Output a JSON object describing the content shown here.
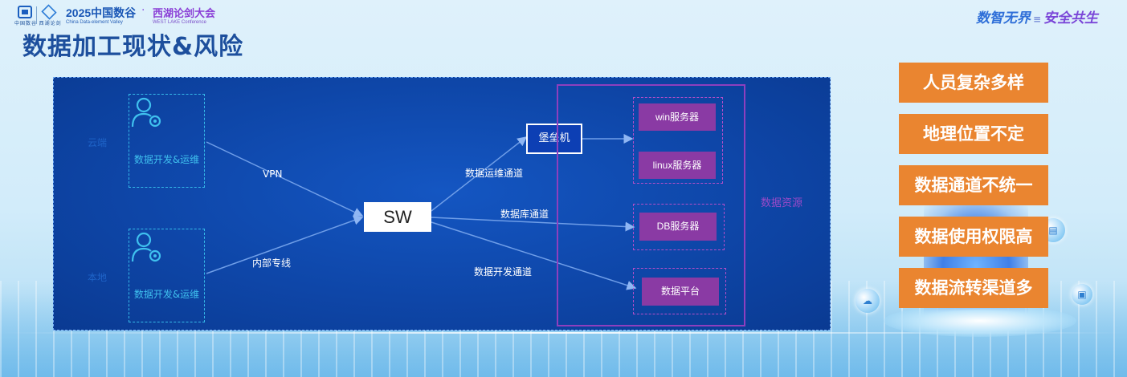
{
  "header": {
    "logo_text": "中国数谷 西湖论剑",
    "conference_year_title": "2025中国数谷",
    "conference_dot": "·",
    "conference_west": "西湖论剑大会",
    "conference_en_left": "China Data-element Valley",
    "conference_en_right": "WEST LAKE Conference",
    "page_title": "数据加工现状&风险",
    "slogan_a": "数智无界",
    "slogan_sep": "≡",
    "slogan_b": "安全共生"
  },
  "diagram": {
    "user_label_top": "数据开发&运维",
    "user_label_bottom": "数据开发&运维",
    "switch_label": "SW",
    "bastion_label": "堡垒机",
    "edge_vpn": "VPN",
    "edge_private_line": "内部专线",
    "edge_ops_channel": "数据运维通道",
    "edge_db_channel": "数据库通道",
    "edge_dev_channel": "数据开发通道",
    "resource_title": "数据资源",
    "servers": {
      "win": "win服务器",
      "linux": "linux服务器",
      "db": "DB服务器",
      "platform": "数据平台"
    }
  },
  "risks": [
    "人员复杂多样",
    "地理位置不定",
    "数据通道不统一",
    "数据使用权限高",
    "数据流转渠道多"
  ],
  "colors": {
    "diagram_bg": "#0e46a8",
    "risk_box": "#ea8530",
    "resource_purple": "#8a3aa4",
    "user_cyan": "#35b9e8",
    "title_blue": "#1d4f9d"
  },
  "icons": [
    "user-gear-icon",
    "cloud-bubble-icon",
    "chart-bubble-icon",
    "chip-bubble-icon"
  ]
}
